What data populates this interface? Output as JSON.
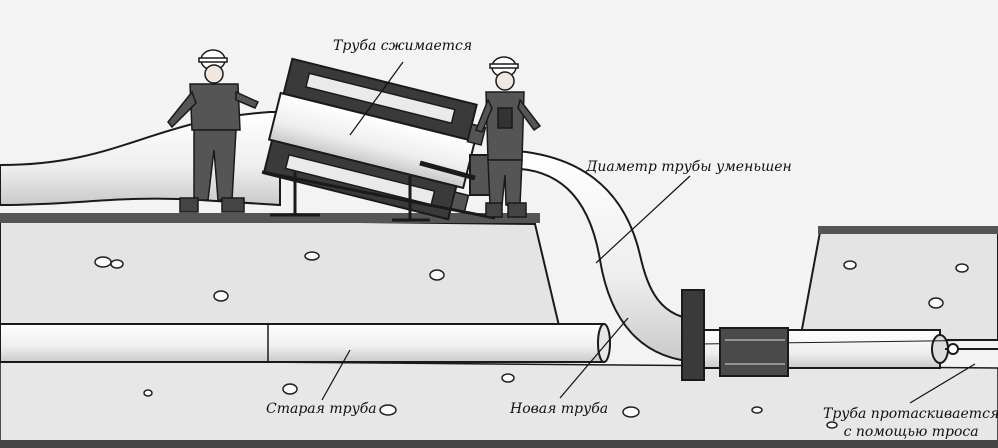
{
  "labels": {
    "pipe_compressed": "Труба сжимается",
    "diameter_reduced": "Диаметр трубы уменьшен",
    "old_pipe": "Старая труба",
    "new_pipe": "Новая труба",
    "pulled_line1": "Труба протаскивается",
    "pulled_line2": "с помощью троса"
  },
  "colors": {
    "background": "#f4f4f4",
    "ground": "#d9d9d9",
    "soil": "#e8e8e8",
    "pipe": "#f2f2f2",
    "machine_dark": "#3a3a3a",
    "outline": "#1a1a1a"
  }
}
